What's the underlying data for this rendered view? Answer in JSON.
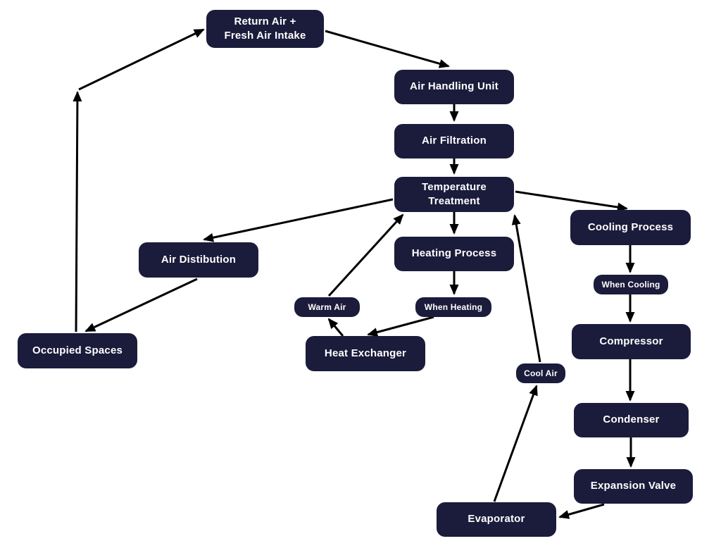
{
  "diagram": {
    "type": "flowchart",
    "subject": "HVAC air handling and refrigeration cycle",
    "colors": {
      "background": "#ffffff",
      "node_bg": "#1b1b3b",
      "node_text": "#ffffff",
      "arrow": "#000000"
    },
    "nodes": {
      "return_air": "Return Air +\nFresh Air Intake",
      "ahu": "Air Handling Unit",
      "filtration": "Air Filtration",
      "temperature": "Temperature\nTreatment",
      "air_distribution": "Air Distibution",
      "heating": "Heating Process",
      "cooling": "Cooling Process",
      "warm_air": "Warm Air",
      "when_heating": "When Heating",
      "when_cooling": "When Cooling",
      "heat_exchanger": "Heat Exchanger",
      "compressor": "Compressor",
      "cool_air": "Cool Air",
      "occupied": "Occupied Spaces",
      "condenser": "Condenser",
      "expansion": "Expansion Valve",
      "evaporator": "Evaporator"
    },
    "edges": [
      {
        "from": "return_air",
        "to": "ahu"
      },
      {
        "from": "ahu",
        "to": "filtration"
      },
      {
        "from": "filtration",
        "to": "temperature"
      },
      {
        "from": "temperature",
        "to": "heating"
      },
      {
        "from": "temperature",
        "to": "air_distribution"
      },
      {
        "from": "temperature",
        "to": "cooling"
      },
      {
        "from": "heating",
        "to": "when_heating"
      },
      {
        "from": "when_heating",
        "to": "heat_exchanger"
      },
      {
        "from": "heat_exchanger",
        "to": "warm_air"
      },
      {
        "from": "warm_air",
        "to": "temperature"
      },
      {
        "from": "cooling",
        "to": "when_cooling"
      },
      {
        "from": "when_cooling",
        "to": "compressor"
      },
      {
        "from": "compressor",
        "to": "condenser"
      },
      {
        "from": "condenser",
        "to": "expansion"
      },
      {
        "from": "expansion",
        "to": "evaporator"
      },
      {
        "from": "evaporator",
        "to": "cool_air"
      },
      {
        "from": "cool_air",
        "to": "temperature"
      },
      {
        "from": "air_distribution",
        "to": "occupied"
      },
      {
        "from": "occupied",
        "to": "return_air"
      }
    ]
  }
}
